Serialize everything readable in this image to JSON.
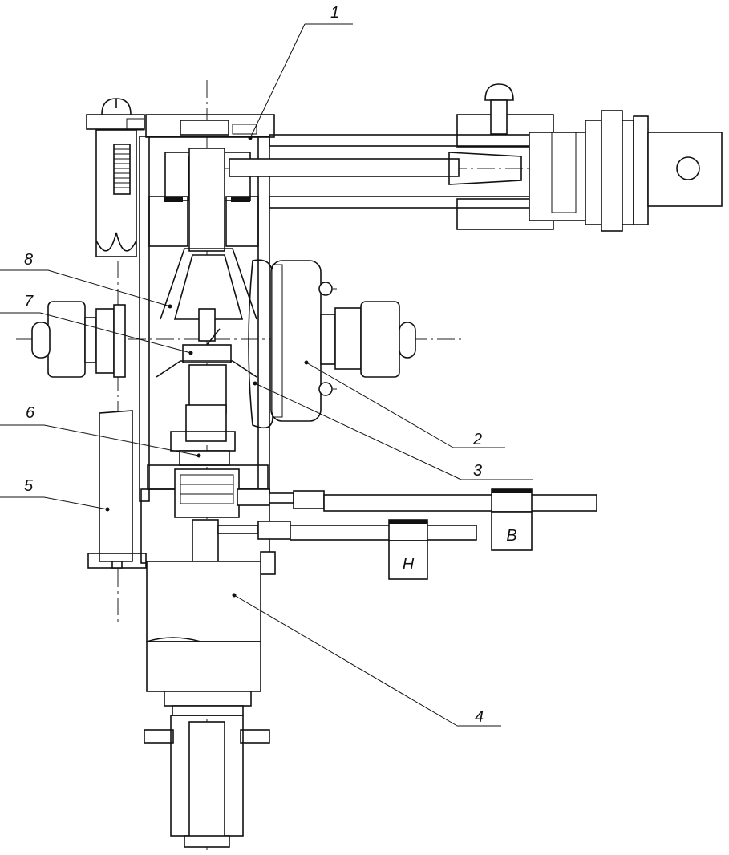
{
  "callouts": {
    "c1": "1",
    "c2": "2",
    "c3": "3",
    "c4": "4",
    "c5": "5",
    "c6": "6",
    "c7": "7",
    "c8": "8"
  },
  "terminals": {
    "upper": "B",
    "lower": "H"
  }
}
